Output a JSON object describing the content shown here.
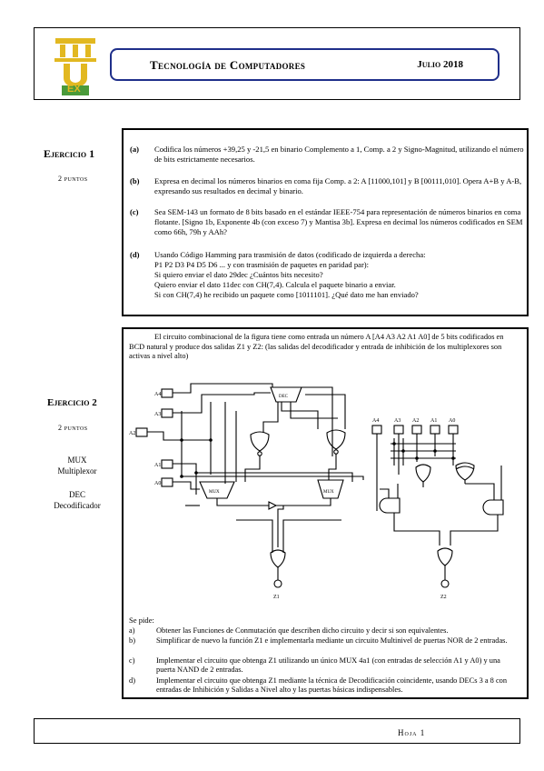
{
  "header": {
    "title": "Tecnología de Computadores",
    "date": "Julio 2018",
    "logo_letters": [
      "U",
      "EX"
    ],
    "accent_color": "#1f2f8a",
    "logo_gold": "#e2b821",
    "logo_green": "#4a9a3a"
  },
  "exercise1": {
    "title": "Ejercicio 1",
    "points": "2 puntos",
    "items": [
      {
        "label": "(a)",
        "text": "Codifica los números +39,25 y -21,5 en binario Complemento a 1, Comp. a 2 y Signo-Magnitud, utilizando el número de bits estrictamente necesarios."
      },
      {
        "label": "(b)",
        "text": "Expresa en decimal los números binarios en coma fija Comp. a 2: A [11000,101] y B [00111,010]. Opera A+B y A-B, expresando sus resultados en decimal y binario."
      },
      {
        "label": "(c)",
        "text": "Sea SEM-143 un formato de 8 bits basado en el estándar IEEE-754 para representación de números binarios en coma flotante. [Signo 1b, Exponente 4b (con exceso 7) y Mantisa 3b]. Expresa en decimal los números codificados en SEM como 66h, 79h y AAh?"
      },
      {
        "label": "(d)",
        "text_lines": [
          "Usando Código Hamming para trasmisión de datos (codificado de izquierda a derecha:",
          "P1 P2 D3 P4 D5 D6 ... y con trasmisión de paquetes en paridad par):",
          "Si quiero enviar el dato 29dec ¿Cuántos bits necesito?",
          "Quiero enviar el dato 11dec con CH(7,4). Calcula el paquete binario a enviar.",
          "Si con CH(7,4) he recibido un paquete como [1011101]. ¿Qué dato me han enviado?"
        ]
      }
    ]
  },
  "exercise2": {
    "title": "Ejercicio 2",
    "points": "2 puntos",
    "side_notes": [
      "MUX",
      "Multiplexor",
      "DEC",
      "Decodificador"
    ],
    "intro": "El circuito combinacional de la figura tiene como entrada un número A [A4 A3 A2 A1 A0] de 5 bits codificados en BCD natural y produce dos salidas Z1 y Z2: (las salidas del decodificador y entrada de inhibición de los multiplexores son activas a nivel alto)",
    "circuit_labels": {
      "a4": "A4",
      "a3": "A3",
      "a2": "A2",
      "a1": "A1",
      "a0": "A0",
      "inputs_right": [
        "A4",
        "A3",
        "A2",
        "A1",
        "A0"
      ],
      "dec": "DEC",
      "mux": "MUX",
      "z1": "Z1",
      "z2": "Z2"
    },
    "se_pide": "Se pide:",
    "questions": [
      {
        "label": "a)",
        "text": "Obtener las Funciones de Conmutación que describen dicho circuito y decir si son equivalentes."
      },
      {
        "label": "b)",
        "text": "Simplificar de nuevo la función Z1 e implementarla mediante un circuito Multinivel de puertas NOR de 2 entradas."
      },
      {
        "label": "c)",
        "text": "Implementar el circuito que obtenga Z1 utilizando un único MUX 4a1 (con entradas de selección A1 y A0) y una puerta NAND de 2 entradas."
      },
      {
        "label": "d)",
        "text": "Implementar el circuito que obtenga Z1 mediante la técnica de Decodificación coincidente, usando DECs 3 a 8 con entradas de Inhibición y Salidas a Nivel alto y las puertas básicas indispensables."
      }
    ]
  },
  "footer": {
    "page": "Hoja 1"
  }
}
